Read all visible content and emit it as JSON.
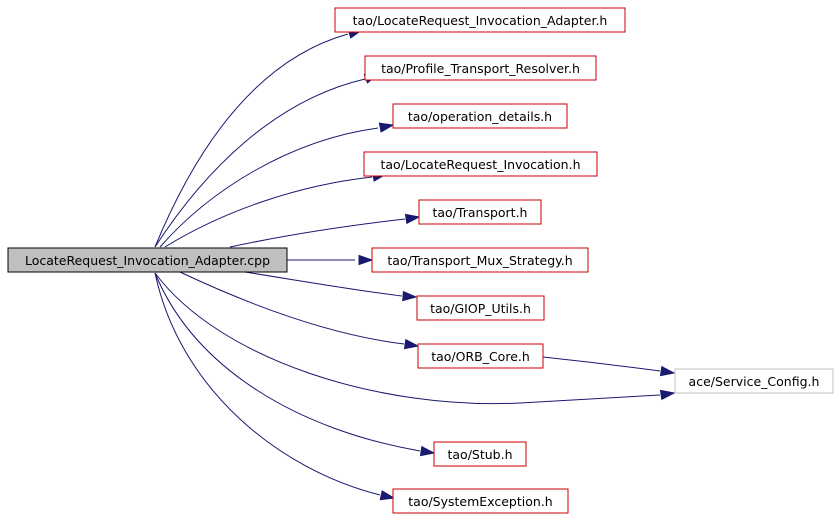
{
  "graph": {
    "root": {
      "id": "root",
      "label": "LocateRequest_Invocation_Adapter.cpp"
    },
    "nodes": [
      {
        "id": "n1",
        "label": "tao/LocateRequest_Invocation_Adapter.h",
        "documented": true
      },
      {
        "id": "n2",
        "label": "tao/Profile_Transport_Resolver.h",
        "documented": true
      },
      {
        "id": "n3",
        "label": "tao/operation_details.h",
        "documented": true
      },
      {
        "id": "n4",
        "label": "tao/LocateRequest_Invocation.h",
        "documented": true
      },
      {
        "id": "n5",
        "label": "tao/Transport.h",
        "documented": true
      },
      {
        "id": "n6",
        "label": "tao/Transport_Mux_Strategy.h",
        "documented": true
      },
      {
        "id": "n7",
        "label": "tao/GIOP_Utils.h",
        "documented": true
      },
      {
        "id": "n8",
        "label": "tao/ORB_Core.h",
        "documented": true
      },
      {
        "id": "n9",
        "label": "ace/Service_Config.h",
        "documented": false
      },
      {
        "id": "n10",
        "label": "tao/Stub.h",
        "documented": true
      },
      {
        "id": "n11",
        "label": "tao/SystemException.h",
        "documented": true
      }
    ],
    "edges": [
      {
        "from": "root",
        "to": "n1"
      },
      {
        "from": "root",
        "to": "n2"
      },
      {
        "from": "root",
        "to": "n3"
      },
      {
        "from": "root",
        "to": "n4"
      },
      {
        "from": "root",
        "to": "n5"
      },
      {
        "from": "root",
        "to": "n6"
      },
      {
        "from": "root",
        "to": "n7"
      },
      {
        "from": "root",
        "to": "n8"
      },
      {
        "from": "root",
        "to": "n9"
      },
      {
        "from": "n8",
        "to": "n9"
      },
      {
        "from": "root",
        "to": "n10"
      },
      {
        "from": "root",
        "to": "n11"
      }
    ],
    "colors": {
      "edge": "#191970",
      "documented_border": "#cc0000",
      "undocumented_border": "#bfbfbf",
      "root_fill": "#bfbfbf"
    }
  }
}
